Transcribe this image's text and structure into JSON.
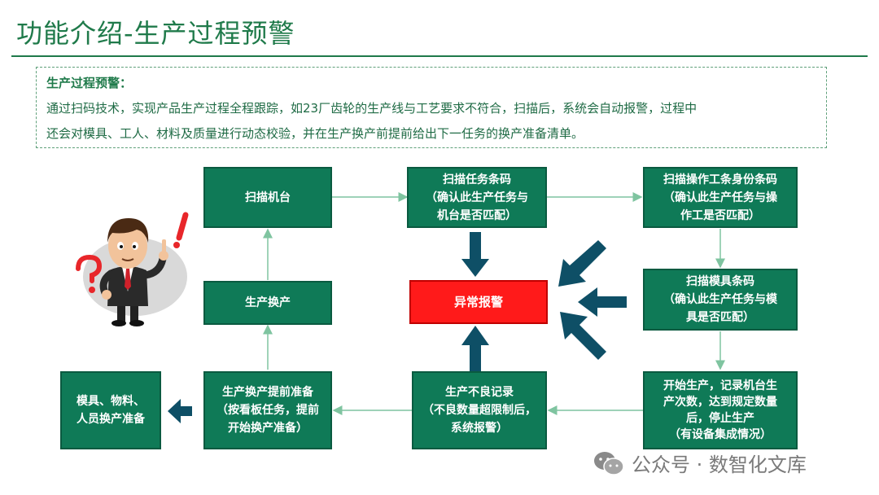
{
  "title": "功能介绍-生产过程预警",
  "info": {
    "heading": "生产过程预警：",
    "line1": "通过扫码技术，实现产品生产过程全程跟踪，如23厂齿轮的生产线与工艺要求不符合，扫描后，系统会自动报警，过程中",
    "line2": "还会对模具、工人、材料及质量进行动态校验，并在生产换产前提前给出下一任务的换产准备清单。"
  },
  "nodes": {
    "scan_machine": "扫描机台",
    "scan_task": {
      "l1": "扫描任务条码",
      "l2": "（确认此生产任务与",
      "l3": "机台是否匹配）"
    },
    "scan_worker": {
      "l1": "扫描操作工条身份条码",
      "l2": "（确认此生产任务与操",
      "l3": "作工是否匹配）"
    },
    "changeover": "生产换产",
    "alarm": "异常报警",
    "scan_mold": {
      "l1": "扫描模具条码",
      "l2": "（确认此生产任务与模",
      "l3": "具是否匹配）"
    },
    "prep_resources": {
      "l1": "模具、物料、",
      "l2": "人员换产准备"
    },
    "pre_changeover": {
      "l1": "生产换产提前准备",
      "l2": "（按看板任务，提前",
      "l3": "开始换产准备）"
    },
    "defect_record": {
      "l1": "生产不良记录",
      "l2": "（不良数量超限制后，",
      "l3": "系统报警）"
    },
    "start_production": {
      "l1": "开始生产，记录机台生",
      "l2": "产次数，达到规定数量",
      "l3": "后，停止生产",
      "l4": "（有设备集成情况）"
    }
  },
  "footer": {
    "icon": "wechat-icon",
    "text": "公众号 · 数智化文库"
  },
  "colors": {
    "title": "#1f7a4a",
    "box": "#0f7a57",
    "alarm": "#ff1a1a",
    "arrow": "#0e4f66",
    "connector": "#7fc4a0"
  }
}
